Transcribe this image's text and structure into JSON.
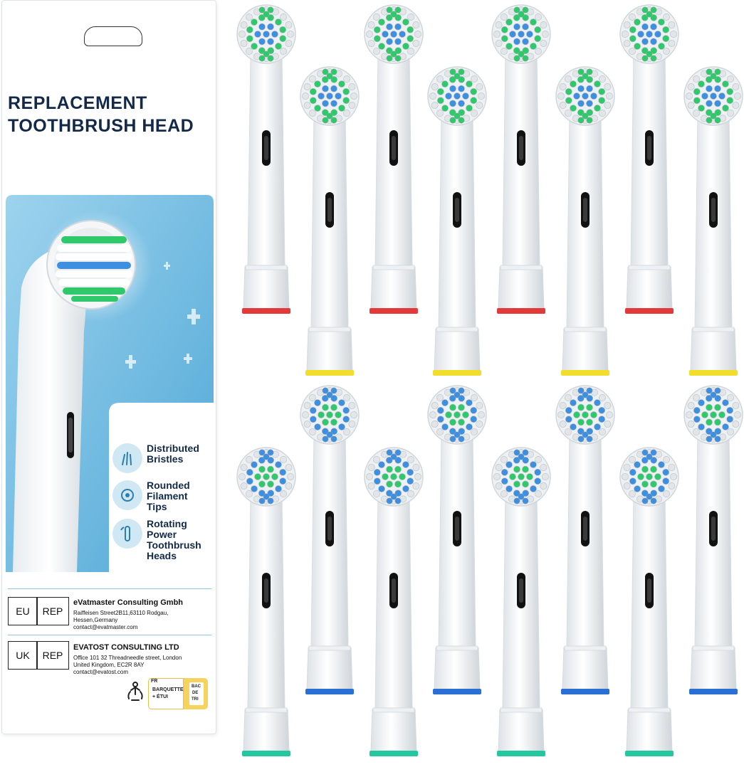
{
  "package": {
    "title_line1": "REPLACEMENT",
    "title_line2": "TOOTHBRUSH HEAD",
    "features": [
      {
        "icon": "bristles-icon",
        "lines": [
          "Distributed",
          "Bristles"
        ]
      },
      {
        "icon": "filament-tip-icon",
        "lines": [
          "Rounded",
          "Filament",
          "Tips"
        ]
      },
      {
        "icon": "rotating-brush-icon",
        "lines": [
          "Rotating",
          "Power",
          "Toothbrush",
          "Heads"
        ]
      }
    ],
    "eu_rep": {
      "region": "EU",
      "rep": "REP",
      "company": "eVatmaster Consulting Gmbh",
      "address": [
        "Raiffeisen Street2B11,63110 Rodgau,",
        "Hessen,Germany",
        "contact@evatmaster.com"
      ]
    },
    "uk_rep": {
      "region": "UK",
      "rep": "REP",
      "company": "EVATOST CONSULTING LTD",
      "address": [
        "Office 101 32 Threadneedle street, London",
        "United Kingdom, EC2R 8AY",
        "contact@evatost.com"
      ]
    },
    "recycling": {
      "country": "FR",
      "line1": "BARQUETTE",
      "line2": "+ ÉTUI",
      "bin_label": [
        "BAC",
        "DE",
        "TRI"
      ]
    }
  },
  "colors": {
    "navy_text": "#13294a",
    "panel_blue": "#7ec3e6",
    "bristle_green": "#2fc86a",
    "bristle_blue": "#3f8fe0",
    "ring_red": "#e23a3a",
    "ring_yellow": "#f1de2c",
    "ring_blue": "#2a6fd4",
    "ring_teal": "#24c8a0"
  },
  "brush_heads": {
    "top_row": [
      {
        "bristle": "green",
        "ring": "red"
      },
      {
        "bristle": "green",
        "ring": "yellow"
      },
      {
        "bristle": "green",
        "ring": "red"
      },
      {
        "bristle": "green",
        "ring": "yellow"
      },
      {
        "bristle": "green",
        "ring": "red"
      },
      {
        "bristle": "green",
        "ring": "yellow"
      },
      {
        "bristle": "green",
        "ring": "red"
      },
      {
        "bristle": "green",
        "ring": "yellow"
      }
    ],
    "bottom_row": [
      {
        "bristle": "blue",
        "ring": "teal"
      },
      {
        "bristle": "blue",
        "ring": "blue"
      },
      {
        "bristle": "blue",
        "ring": "teal"
      },
      {
        "bristle": "blue",
        "ring": "blue"
      },
      {
        "bristle": "blue",
        "ring": "teal"
      },
      {
        "bristle": "blue",
        "ring": "blue"
      },
      {
        "bristle": "blue",
        "ring": "teal"
      },
      {
        "bristle": "blue",
        "ring": "blue"
      }
    ]
  }
}
